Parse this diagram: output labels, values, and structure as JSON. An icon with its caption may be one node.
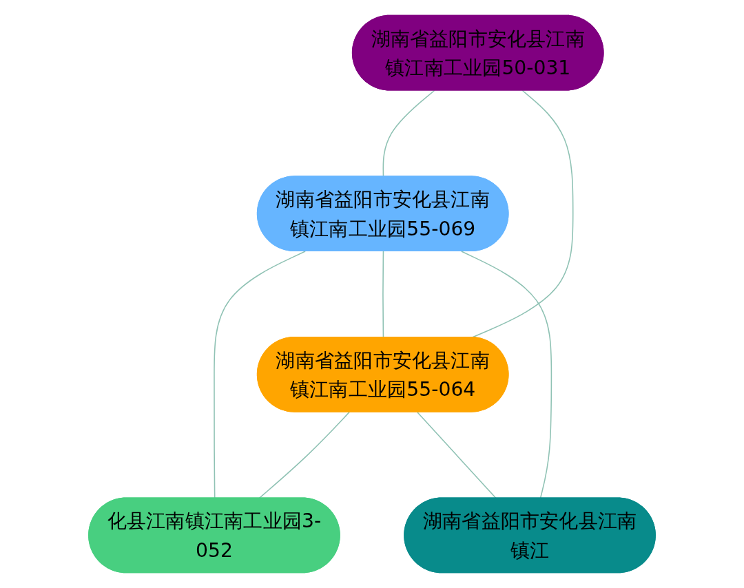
{
  "diagram": {
    "nodes": [
      {
        "text": [
          "湖南省益阳市安化县江南镇江南工业园50-031"
        ]
      },
      {
        "text": [
          "湖南省益阳市安化县江南镇江南工业园55-069"
        ]
      },
      {
        "text": [
          "湖南省益阳市安化县江南镇江南工业园55-064"
        ]
      },
      {
        "text": [
          "化县江南镇江南工业园3-052"
        ]
      },
      {
        "text": [
          "湖南省益阳市安化县江南镇江"
        ]
      }
    ],
    "edges": [
      {
        "from": 0,
        "to": 1,
        "arrow": "none"
      },
      {
        "from": 0,
        "to": 2,
        "arrow": "none"
      },
      {
        "from": 1,
        "to": 3,
        "arrow": "none"
      },
      {
        "from": 1,
        "to": 2,
        "arrow": "none"
      },
      {
        "from": 1,
        "to": 4,
        "arrow": "none"
      },
      {
        "from": 2,
        "to": 3,
        "arrow": "none"
      },
      {
        "from": 2,
        "to": 4,
        "arrow": "none"
      }
    ]
  }
}
